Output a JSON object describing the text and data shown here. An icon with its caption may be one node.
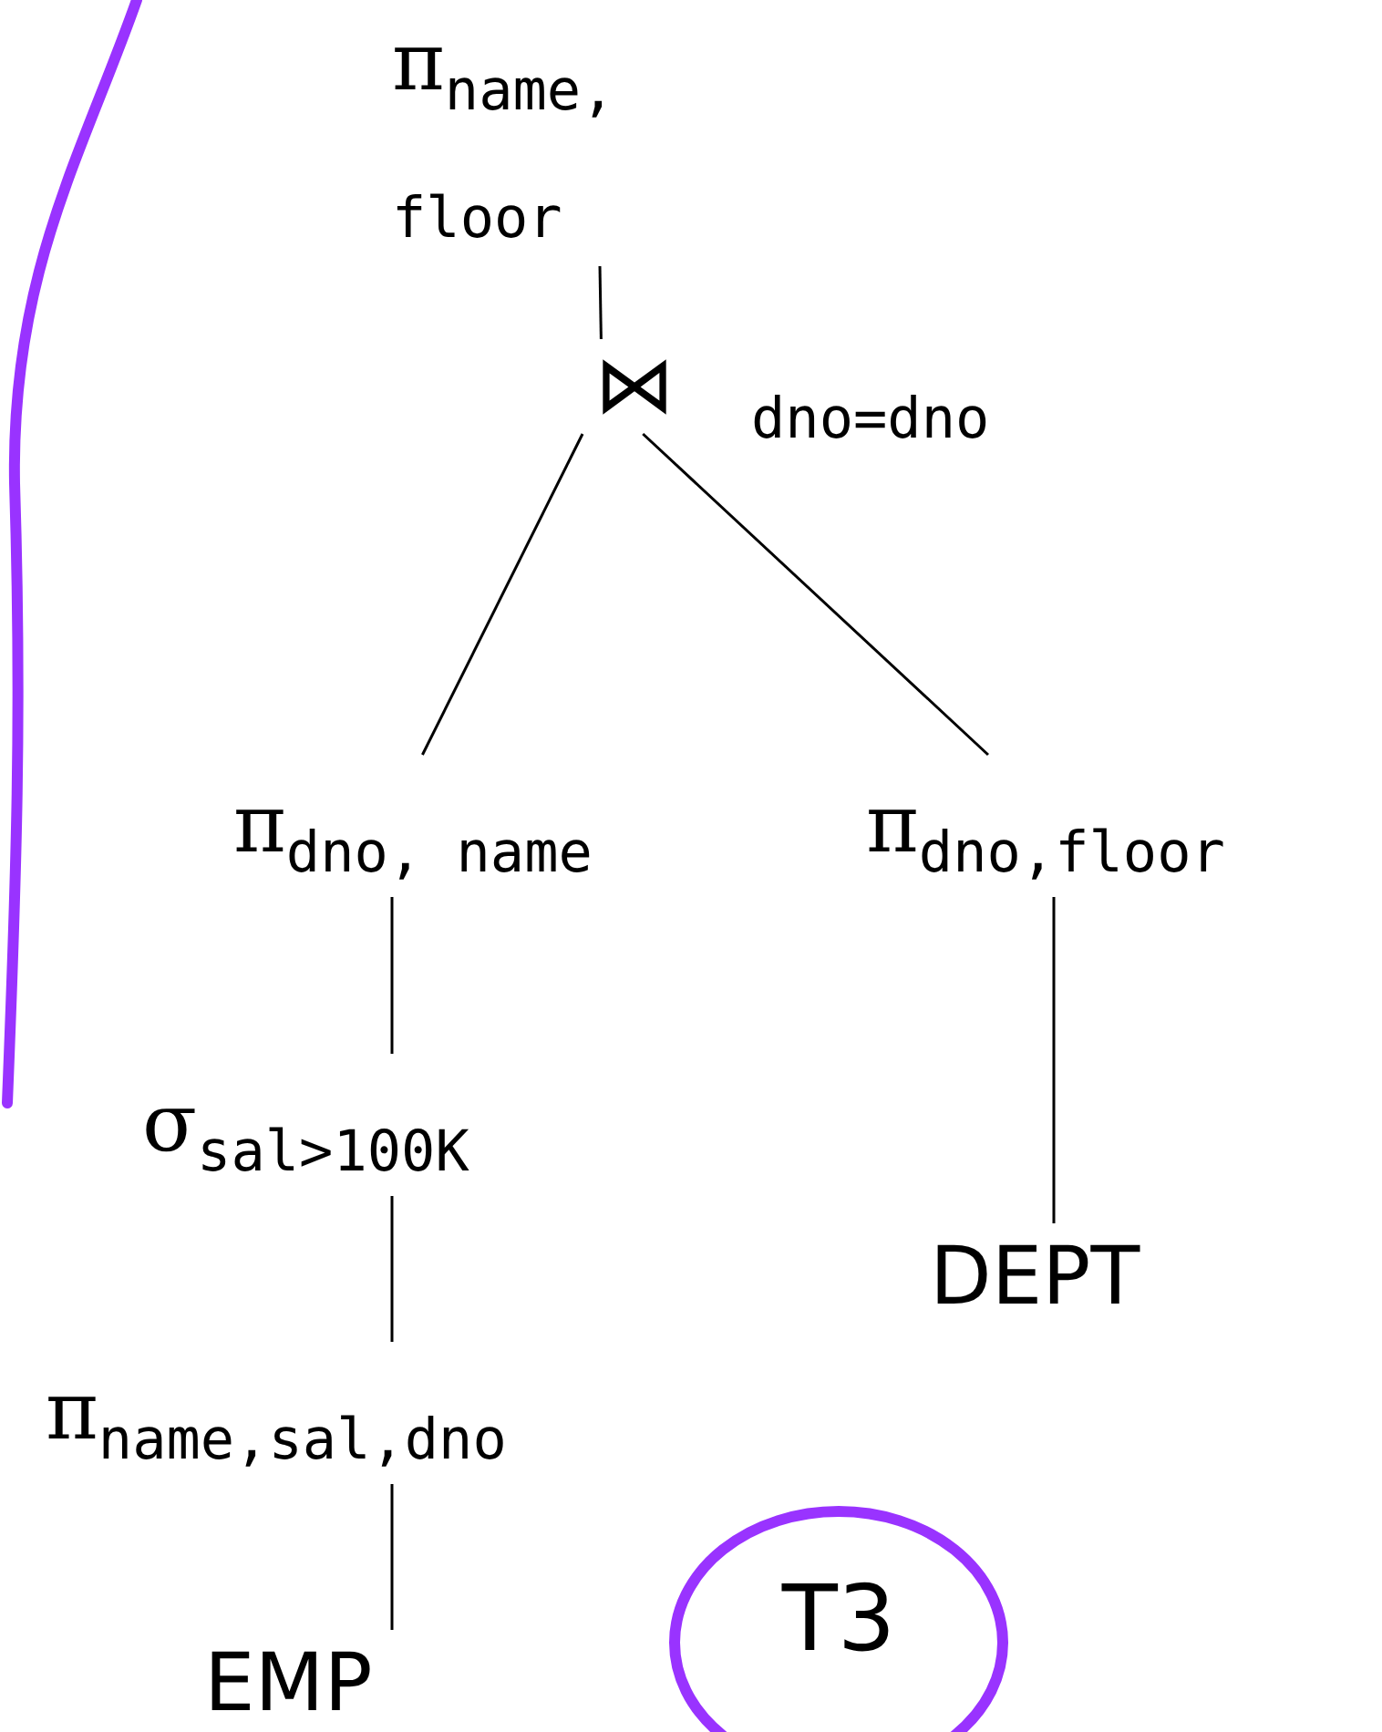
{
  "diagram": {
    "nodes": [
      {
        "text": [
          "π$_{name, floor}$"
        ]
      },
      {
        "text": [
          "⋈"
        ],
        "beside": [
          "dno=dno"
        ]
      },
      {
        "text": [
          "π$_{dno, name}$"
        ]
      },
      {
        "text": [
          "π$_{dno,floor}$"
        ]
      },
      {
        "text": [
          "σ$_{sal>100K}$"
        ]
      },
      {
        "text": [
          "π$_{name,sal,dno}$"
        ]
      },
      {
        "text": [
          "EMP"
        ]
      },
      {
        "text": [
          "DEPT"
        ]
      },
      {
        "text": [
          "T3"
        ]
      }
    ],
    "edges": [
      {
        "from": 0,
        "to": 1,
        "arrow": "none"
      },
      {
        "from": 1,
        "to": 2,
        "arrow": "none"
      },
      {
        "from": 1,
        "to": 3,
        "arrow": "none"
      },
      {
        "from": 2,
        "to": 4,
        "arrow": "none"
      },
      {
        "from": 4,
        "to": 5,
        "arrow": "none"
      },
      {
        "from": 5,
        "to": 6,
        "arrow": "none"
      },
      {
        "from": 3,
        "to": 7,
        "arrow": "none"
      }
    ]
  }
}
